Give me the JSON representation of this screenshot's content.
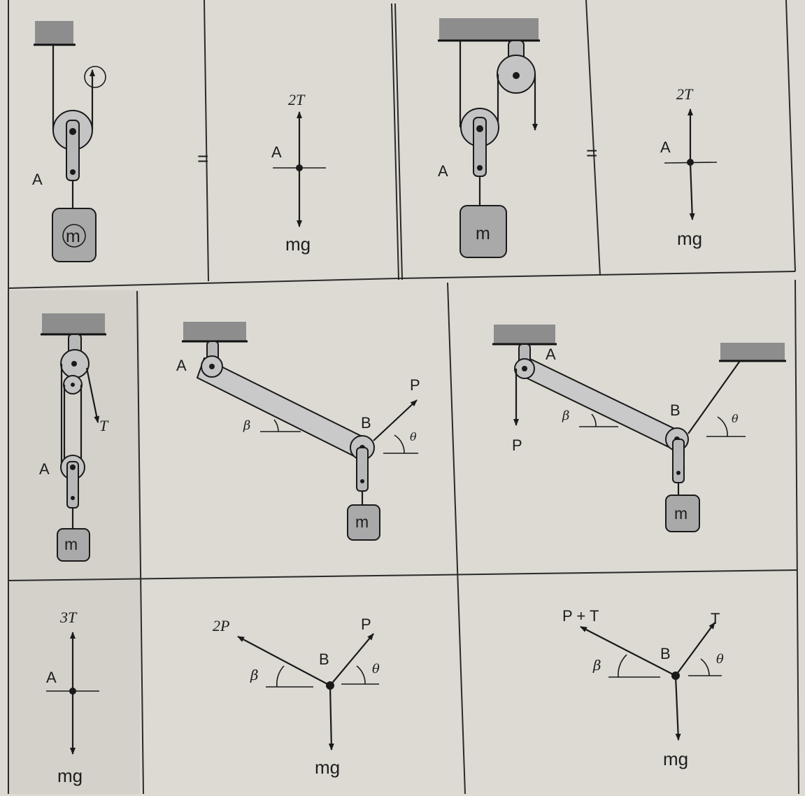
{
  "labels": {
    "A": "A",
    "B": "B",
    "m": "m",
    "mg": "mg",
    "T": "T",
    "twoT": "2T",
    "threeT": "3T",
    "P": "P",
    "twoP": "2P",
    "PplusT": "P + T",
    "theta": "θ",
    "beta": "β",
    "equals": "="
  },
  "colors": {
    "ink": "#1a1a1a",
    "paper": "#dcdad3",
    "shade": "#a9a9a9"
  }
}
